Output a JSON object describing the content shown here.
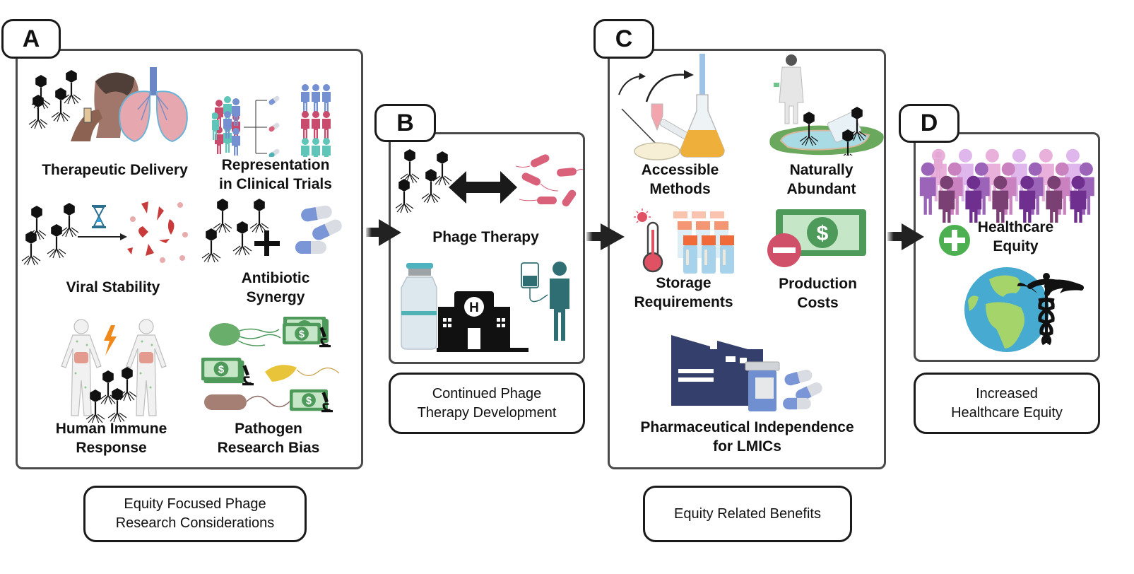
{
  "figure": {
    "panels": {
      "A": {
        "tag": "A",
        "items": [
          {
            "label": "Therapeutic Delivery",
            "icon": "phage-nasal-spray-lungs-icon"
          },
          {
            "label": "Representation\nin Clinical Trials",
            "icon": "clinical-trial-groups-icon"
          },
          {
            "label": "Viral Stability",
            "icon": "phage-degradation-hourglass-icon"
          },
          {
            "label": "Antibiotic\nSynergy",
            "icon": "phage-plus-antibiotic-icon"
          },
          {
            "label": "Human Immune\nResponse",
            "icon": "human-immune-system-icon"
          },
          {
            "label": "Pathogen\nResearch Bias",
            "icon": "bacteria-funding-icon"
          }
        ],
        "caption": "Equity Focused Phage\nResearch Considerations"
      },
      "B": {
        "tag": "B",
        "items": [
          {
            "label": "Phage Therapy",
            "icon": "phage-vs-bacteria-icon"
          }
        ],
        "hospital_letter": "H",
        "caption": "Continued Phage\nTherapy Development"
      },
      "C": {
        "tag": "C",
        "items": [
          {
            "label": "Accessible\nMethods",
            "icon": "lab-methods-icon"
          },
          {
            "label": "Naturally\nAbundant",
            "icon": "scientist-pond-icon"
          },
          {
            "label": "Storage\nRequirements",
            "icon": "thermometer-vials-icon"
          },
          {
            "label": "Production\nCosts",
            "icon": "money-minus-icon"
          },
          {
            "label": "Pharmaceutical Independence\nfor LMICs",
            "icon": "factory-pills-icon"
          }
        ],
        "caption": "Equity Related Benefits"
      },
      "D": {
        "tag": "D",
        "items": [
          {
            "label": "Healthcare\nEquity",
            "icon": "crowd-globe-caduceus-icon"
          }
        ],
        "caption": "Increased\nHealthcare Equity"
      }
    },
    "dollar_sign": "$",
    "colors": {
      "panel_border": "#4a4a4a",
      "tag_border": "#1a1a1a",
      "phage": "#111111",
      "bacteria_pink": "#d9627a",
      "pill_blue": "#7b96d6",
      "money_green": "#4e9a5a",
      "teal_person": "#2f6f73",
      "factory_navy": "#343f6b",
      "plus_green": "#4caf50",
      "minus_red": "#d0506a",
      "globe_blue": "#47aad1",
      "globe_green": "#a5d46a"
    }
  }
}
